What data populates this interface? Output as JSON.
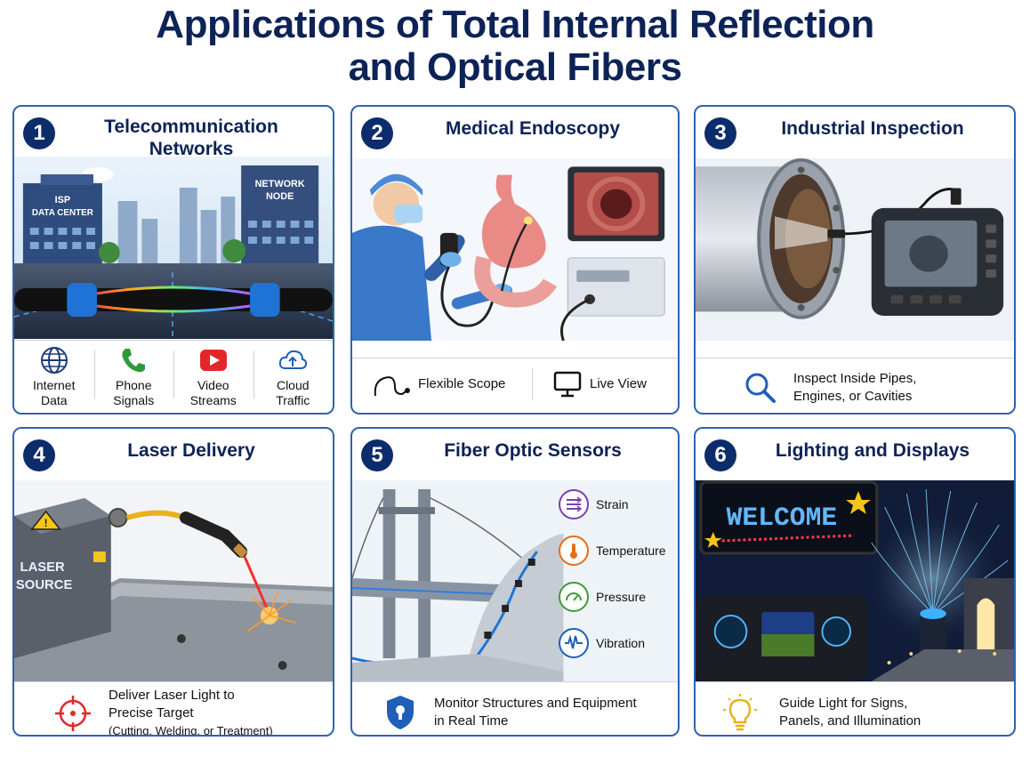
{
  "title_line1": "Applications of Total Internal Reflection",
  "title_line2": "and Optical Fibers",
  "panels": [
    {
      "number": "1",
      "title_line1": "Telecommunication",
      "title_line2": "Networks",
      "sign_isp_line1": "ISP",
      "sign_isp_line2": "DATA CENTER",
      "sign_node_line1": "NETWORK",
      "sign_node_line2": "NODE",
      "items": [
        {
          "icon": "globe-icon",
          "line1": "Internet",
          "line2": "Data"
        },
        {
          "icon": "phone-icon",
          "line1": "Phone",
          "line2": "Signals"
        },
        {
          "icon": "play-icon",
          "line1": "Video",
          "line2": "Streams"
        },
        {
          "icon": "cloud-upload-icon",
          "line1": "Cloud",
          "line2": "Traffic"
        }
      ]
    },
    {
      "number": "2",
      "title": "Medical Endoscopy",
      "items": [
        {
          "icon": "scope-icon",
          "label": "Flexible Scope"
        },
        {
          "icon": "monitor-icon",
          "label": "Live View"
        }
      ]
    },
    {
      "number": "3",
      "title": "Industrial Inspection",
      "caption_line1": "Inspect Inside Pipes,",
      "caption_line2": "Engines, or Cavities",
      "icon": "magnifier-icon"
    },
    {
      "number": "4",
      "title": "Laser Delivery",
      "sign_line1": "LASER",
      "sign_line2": "SOURCE",
      "caption_line1": "Deliver Laser Light to",
      "caption_line2": "Precise Target",
      "caption_line3": "(Cutting, Welding, or Treatment)",
      "icon": "crosshair-icon"
    },
    {
      "number": "5",
      "title": "Fiber Optic Sensors",
      "sensors": [
        {
          "icon": "strain-icon",
          "label": "Strain",
          "color": "#7a3fb0"
        },
        {
          "icon": "thermometer-icon",
          "label": "Temperature",
          "color": "#e0701c"
        },
        {
          "icon": "gauge-icon",
          "label": "Pressure",
          "color": "#3f9a3a"
        },
        {
          "icon": "waveform-icon",
          "label": "Vibration",
          "color": "#1f5fb8"
        }
      ],
      "caption_line1": "Monitor Structures and Equipment",
      "caption_line2": "in Real Time",
      "icon": "shield-icon"
    },
    {
      "number": "6",
      "title": "Lighting and Displays",
      "sign_text": "WELCOME",
      "caption_line1": "Guide Light for Signs,",
      "caption_line2": "Panels, and Illumination",
      "icon": "lightbulb-icon"
    }
  ],
  "colors": {
    "title": "#0d2357",
    "border": "#2f63ad",
    "badge": "#0d2c6b",
    "fiber_blue": "#1e74d8",
    "laser_red": "#e3262b"
  }
}
